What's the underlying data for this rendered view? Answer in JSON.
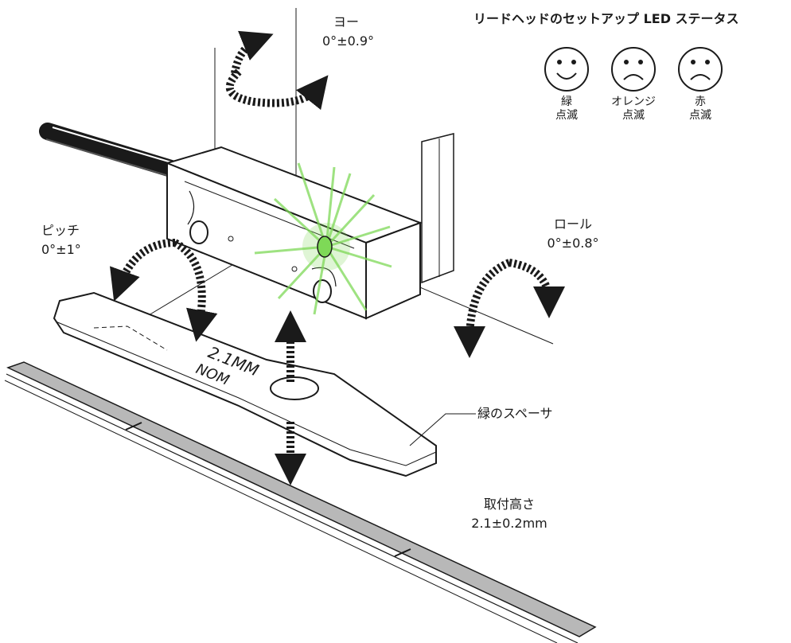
{
  "yaw": {
    "name": "ヨー",
    "value": "0°±0.9°"
  },
  "pitch": {
    "name": "ピッチ",
    "value": "0°±1°"
  },
  "roll": {
    "name": "ロール",
    "value": "0°±0.8°"
  },
  "spacer_label": "緑のスペーサ",
  "ride_height": {
    "name": "取付高さ",
    "value": "2.1±0.2mm"
  },
  "spacer_marking": {
    "line1": "2.1MM",
    "line2": "NOM"
  },
  "led_status": {
    "title": "リードヘッドのセットアップ LED ステータス",
    "items": [
      {
        "face": "happy",
        "line1": "緑",
        "line2": "点滅"
      },
      {
        "face": "sad",
        "line1": "オレンジ",
        "line2": "点滅"
      },
      {
        "face": "sad",
        "line1": "赤",
        "line2": "点滅"
      }
    ]
  },
  "colors": {
    "led": "#7ed957",
    "scale": "#b8b8b8",
    "ink": "#1a1a1a"
  }
}
